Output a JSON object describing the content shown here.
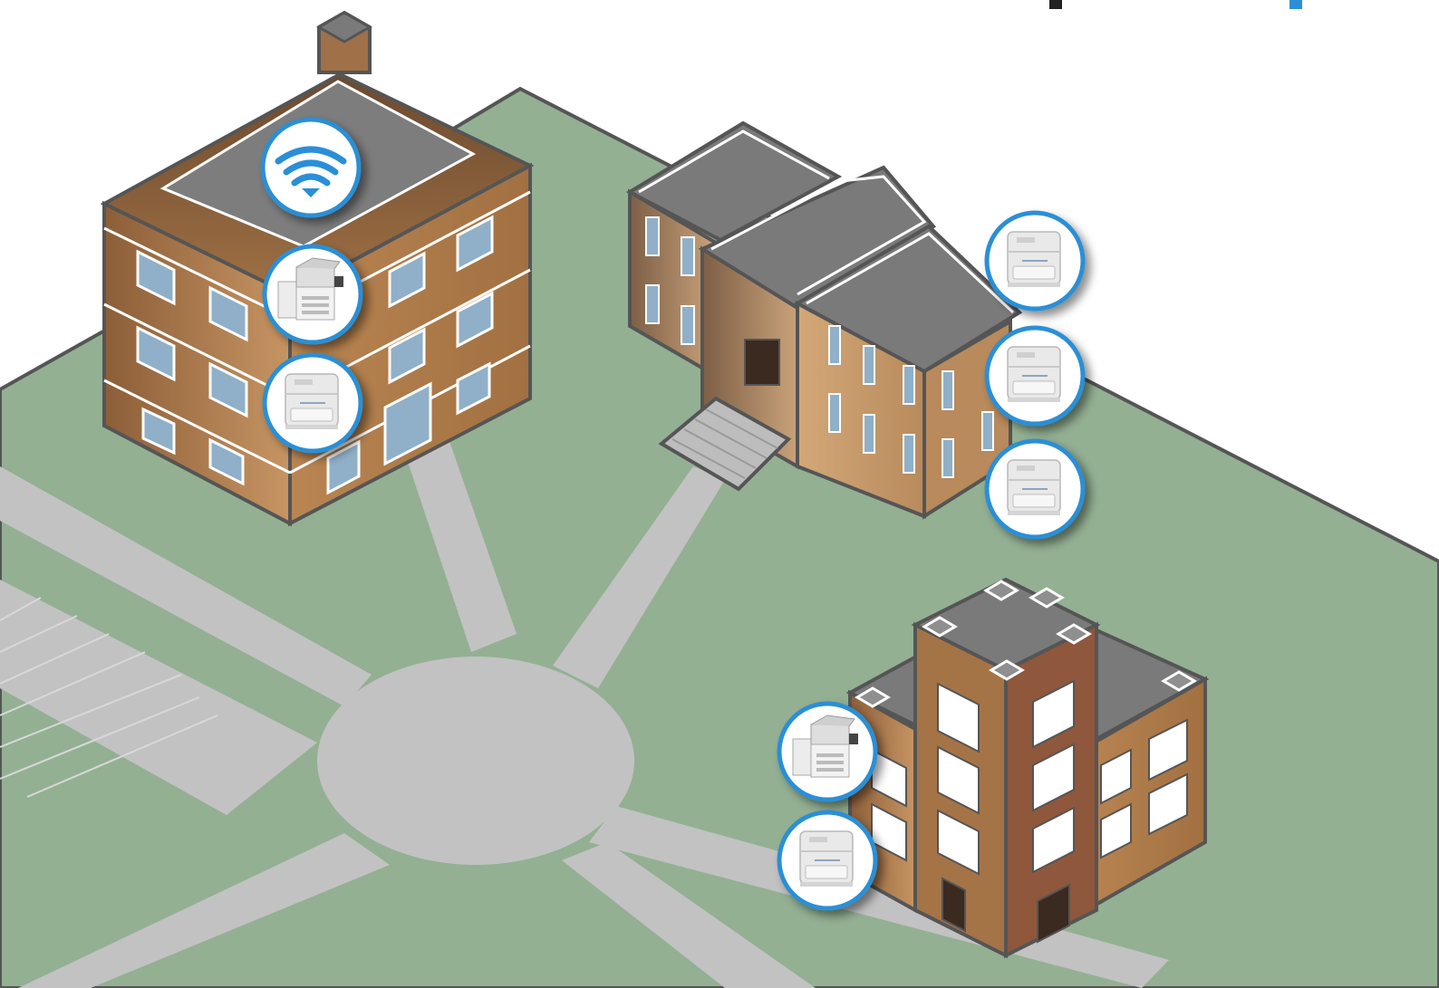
{
  "scene": {
    "description_text": "",
    "colors": {
      "lawn": "#93b093",
      "path": "#c2c2c2",
      "roof": "#7a7a7a",
      "brick_light": "#c9955f",
      "brick_dark": "#8f5f3a",
      "outline": "#555555",
      "badge_ring": "#2b8fd6",
      "wifi": "#2b8fd6",
      "window": "#8fb0c8"
    },
    "buildings": [
      {
        "name": "north-west-building",
        "badges": [
          "wifi-icon",
          "multifunction-printer-icon",
          "laser-printer-icon"
        ]
      },
      {
        "name": "north-east-building",
        "badges": [
          "laser-printer-icon",
          "laser-printer-icon",
          "laser-printer-icon"
        ]
      },
      {
        "name": "south-building",
        "badges": [
          "multifunction-printer-icon",
          "laser-printer-icon"
        ]
      }
    ]
  }
}
